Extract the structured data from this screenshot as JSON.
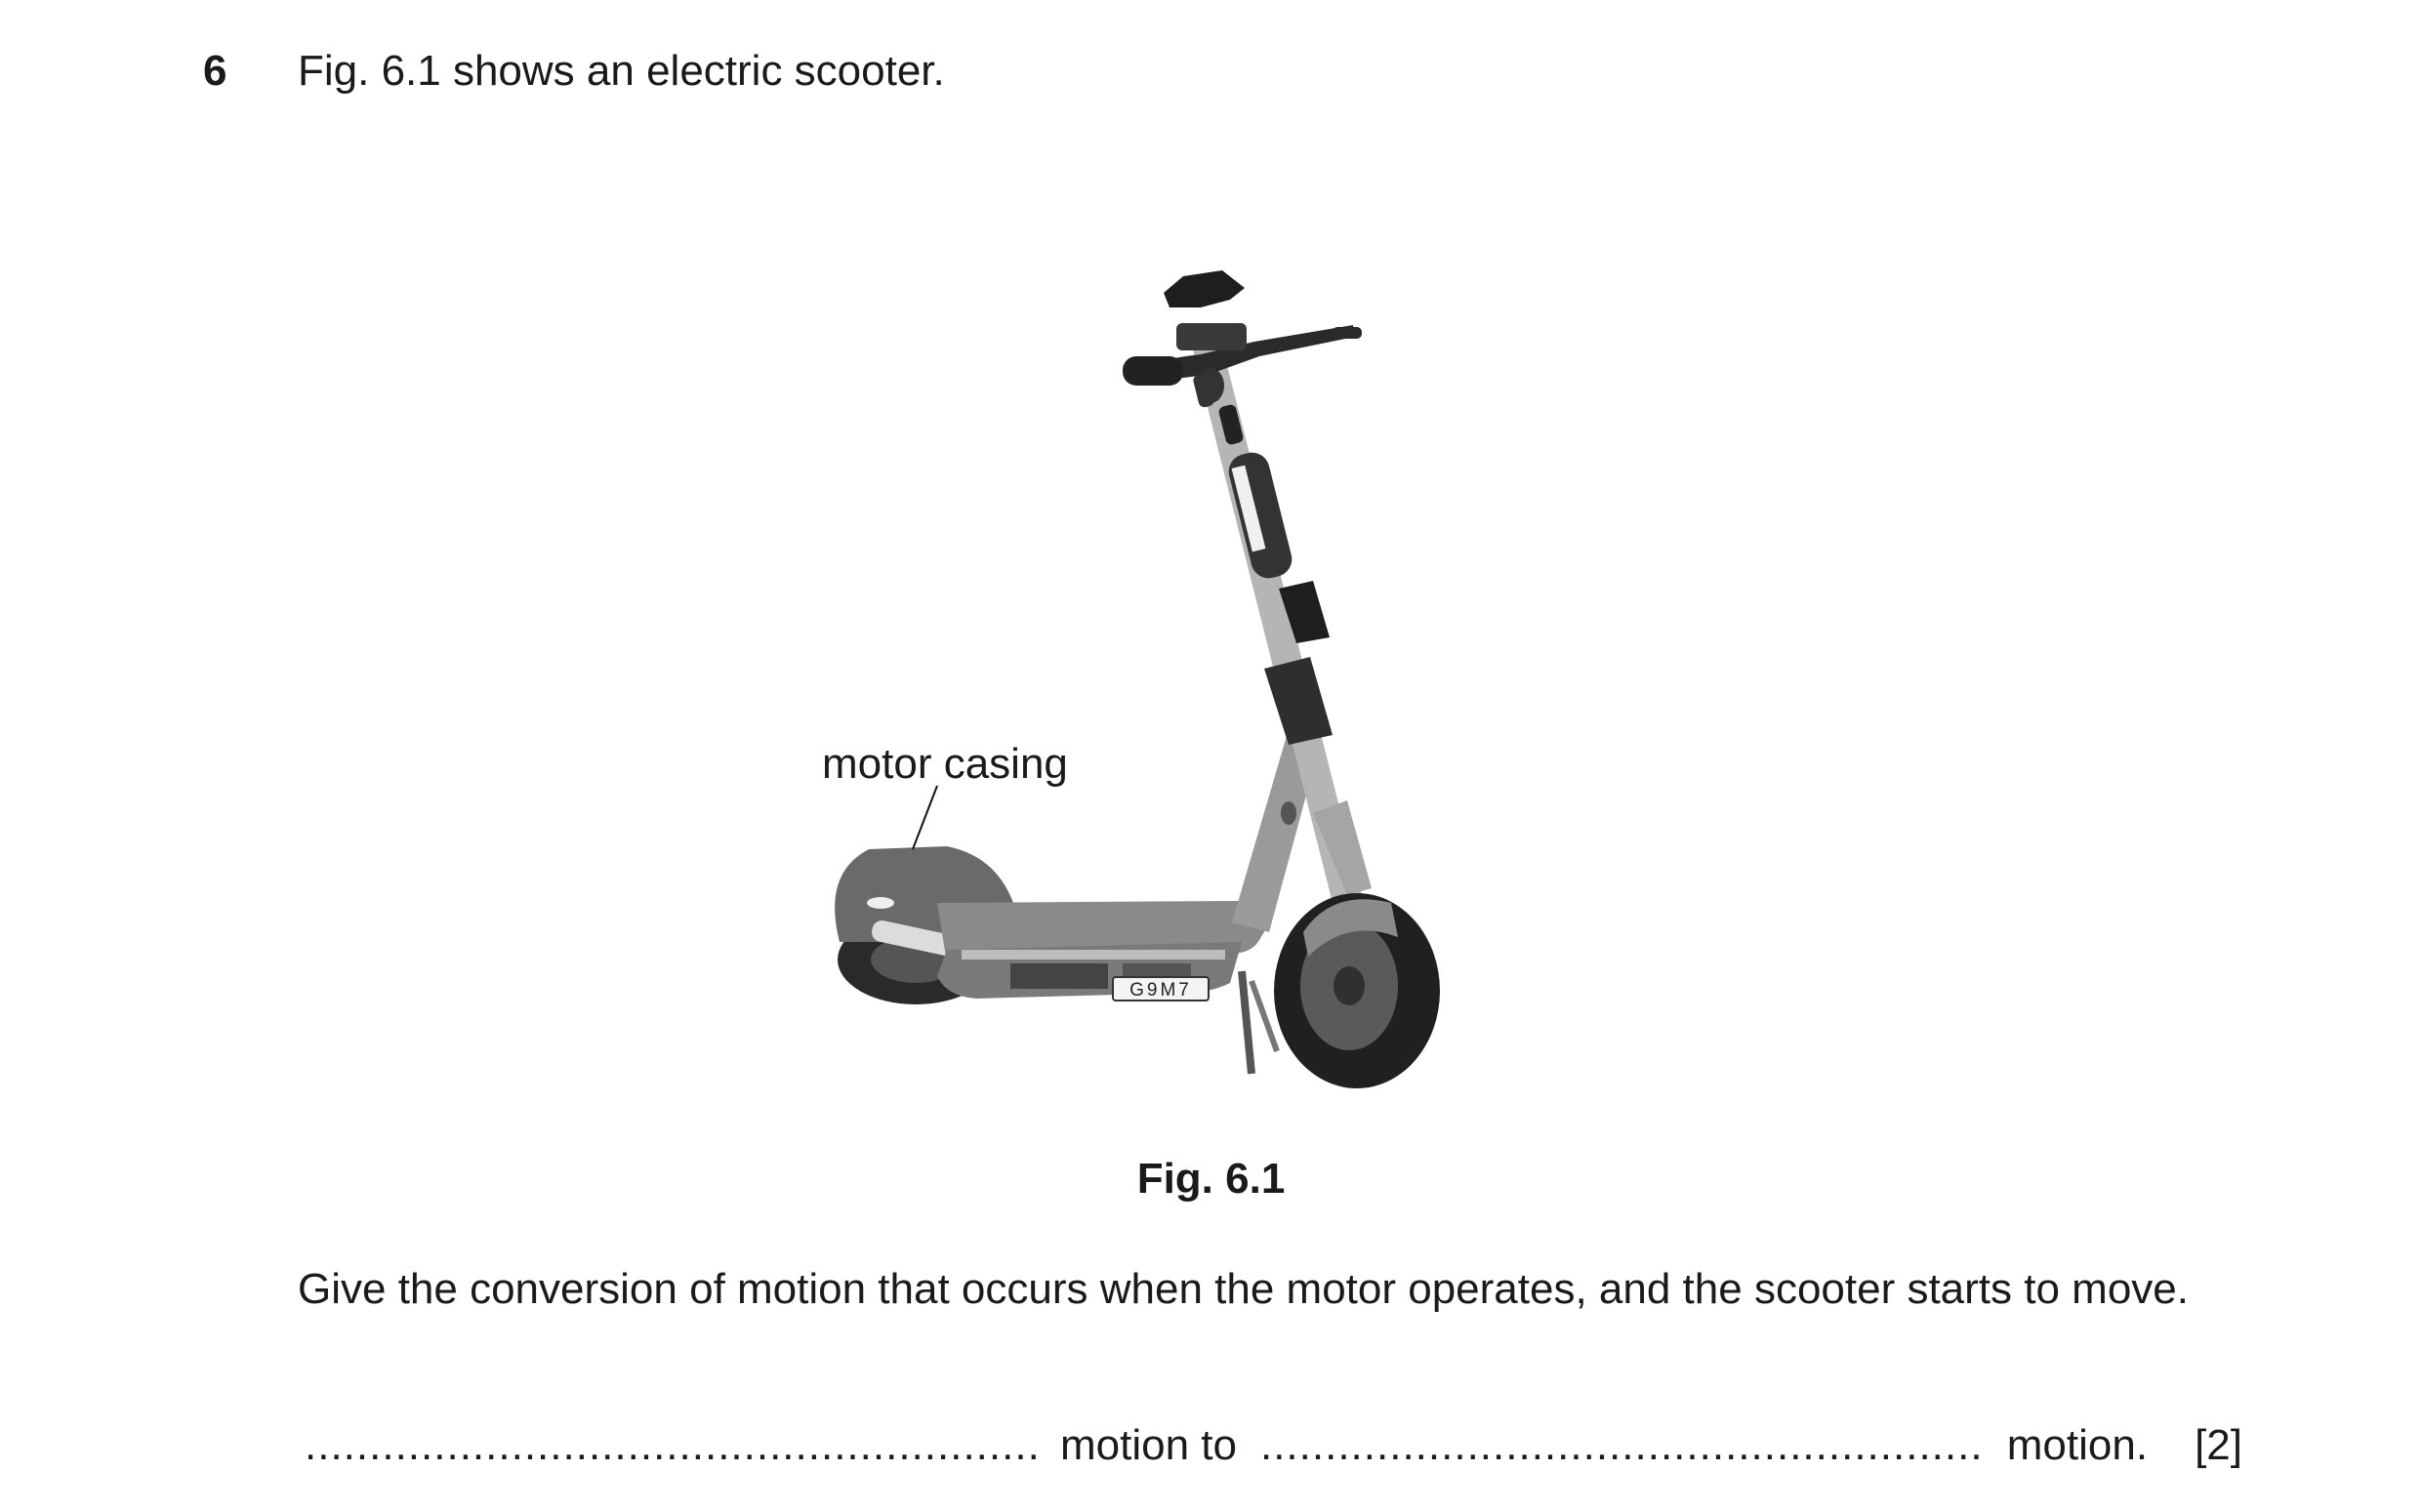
{
  "question": {
    "number": "6",
    "intro": "Fig. 6.1 shows an electric scooter.",
    "figure_label": "motor casing",
    "plate_text": "G9M7",
    "caption": "Fig. 6.1",
    "prompt": "Give the conversion of motion that occurs when the motor operates, and the scooter starts to move.",
    "answer_line": {
      "dots": "..........................................................................................................................",
      "mid_text": "motion to",
      "end_text": "motion.",
      "marks": "[2]"
    }
  }
}
